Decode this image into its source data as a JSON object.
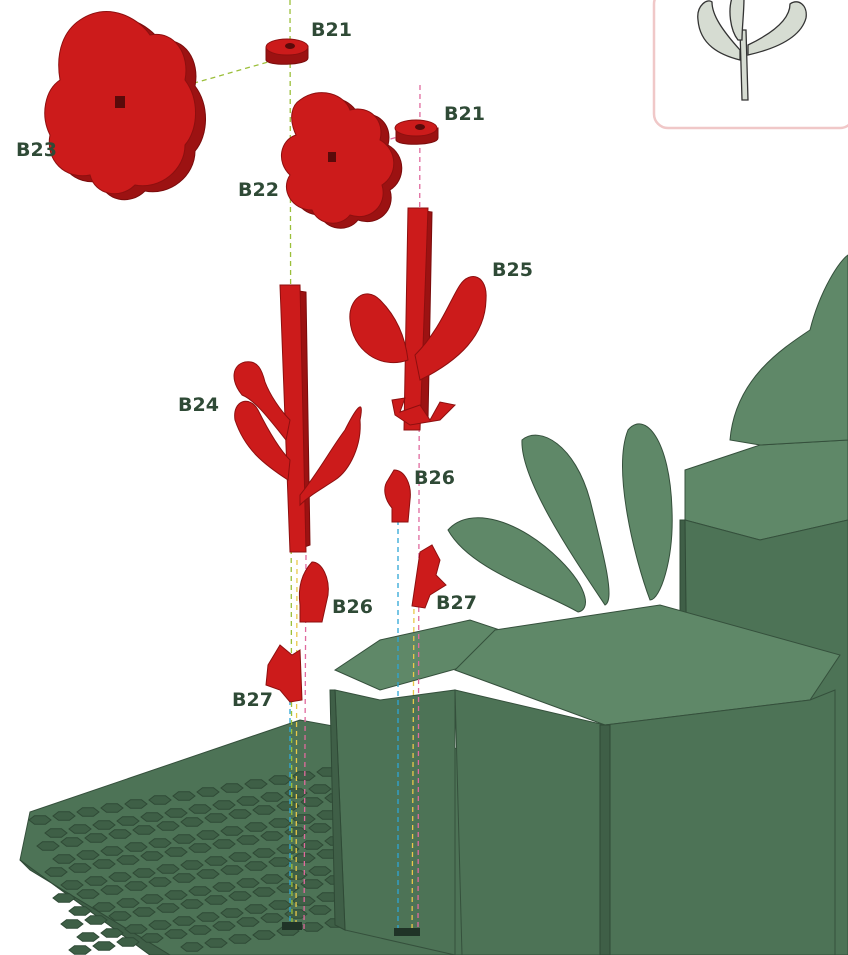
{
  "colors": {
    "part_red": "#cc1b1b",
    "base_green": "#4d7356",
    "label_green": "#2f4a36",
    "inset_border": "#f0c8c8",
    "inset_leaf": "#d6dcd2",
    "guide_green": "#9bbf3a",
    "guide_pink": "#e06a9e",
    "guide_blue": "#2ea6d6",
    "guide_yellow": "#e8c84a"
  },
  "labels": {
    "b21_top": "B21",
    "b21_right": "B21",
    "b23": "B23",
    "b22": "B22",
    "b25": "B25",
    "b24": "B24",
    "b26_right": "B26",
    "b26_left": "B26",
    "b27_right": "B27",
    "b27_left": "B27"
  },
  "inset": {
    "icon": "leaf-sprig-icon"
  }
}
